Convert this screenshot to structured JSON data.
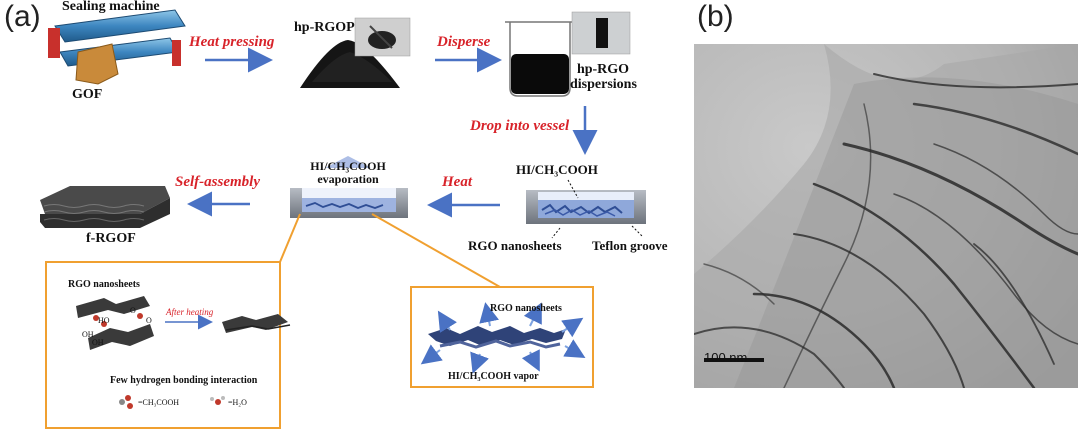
{
  "panels": {
    "a": "(a)",
    "b": "(b)"
  },
  "steps": {
    "heat_pressing": "Heat pressing",
    "disperse": "Disperse",
    "drop_into_vessel": "Drop into vessel",
    "heat": "Heat",
    "self_assembly": "Self-assembly"
  },
  "labels": {
    "sealing_machine": "Sealing machine",
    "gof": "GOF",
    "hp_rgop": "hp-RGOP",
    "hp_rgo_line1": "hp-RGO",
    "hp_rgo_line2": "dispersions",
    "hi_ch3cooh": "HI/CH₃COOH",
    "hi_ch3cooh_line1": "HI/CH₃COOH",
    "evaporation": "evaporation",
    "rgo_nanosheets": "RGO nanosheets",
    "teflon_groove": "Teflon groove",
    "f_rgof": "f-RGOF"
  },
  "detail_left": {
    "title": "RGO nanosheets",
    "after_heating": "After heating",
    "ho": "HO",
    "oh1": "OH",
    "oh2": "OH",
    "o1": "O",
    "o2": "O",
    "caption": "Few hydrogen bonding interaction",
    "legend_acid": "=CH₃COOH",
    "legend_water": "=H₂O"
  },
  "detail_right": {
    "title": "RGO nanosheets",
    "caption": "HI/CH₃COOH vapor"
  },
  "tem": {
    "scale_bar": "100 nm"
  },
  "colors": {
    "accent_red": "#d8232a",
    "arrow_blue": "#4a72c4",
    "frame_orange": "#f0a030"
  }
}
